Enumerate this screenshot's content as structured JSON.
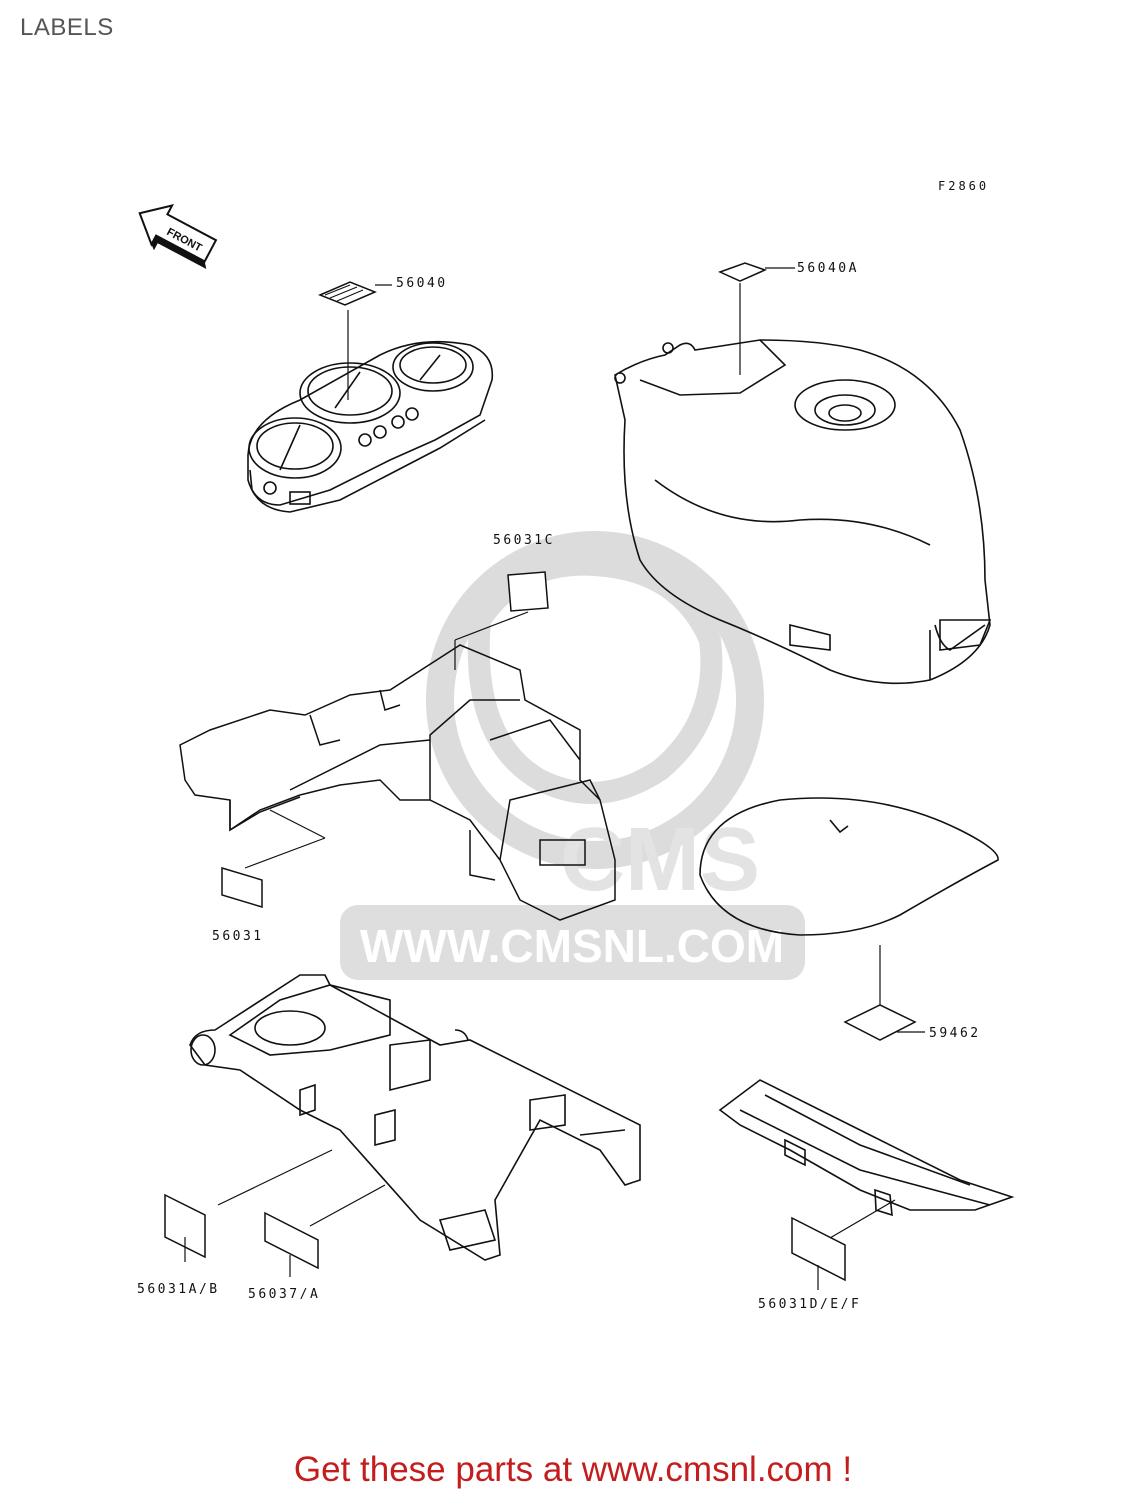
{
  "page": {
    "title": "LABELS",
    "figure_code": "F2860"
  },
  "direction_badge": "FRONT",
  "watermark": {
    "site": "WWW.CMSNL.COM",
    "logo_text": "CMS"
  },
  "callouts": {
    "instrument_label": "56040",
    "tank_label": "56040A",
    "fender_top_label": "56031C",
    "fender_side_label": "56031",
    "seat_label": "59462",
    "swingarm_left_label": "56031A/B",
    "swingarm_right_label": "56037/A",
    "chainguard_label": "56031D/E/F"
  },
  "footer": {
    "cta": "Get these parts at www.cmsnl.com !"
  },
  "colors": {
    "footer_text": "#c41d1d",
    "line": "#111111",
    "watermark": "#d9d9d9"
  }
}
